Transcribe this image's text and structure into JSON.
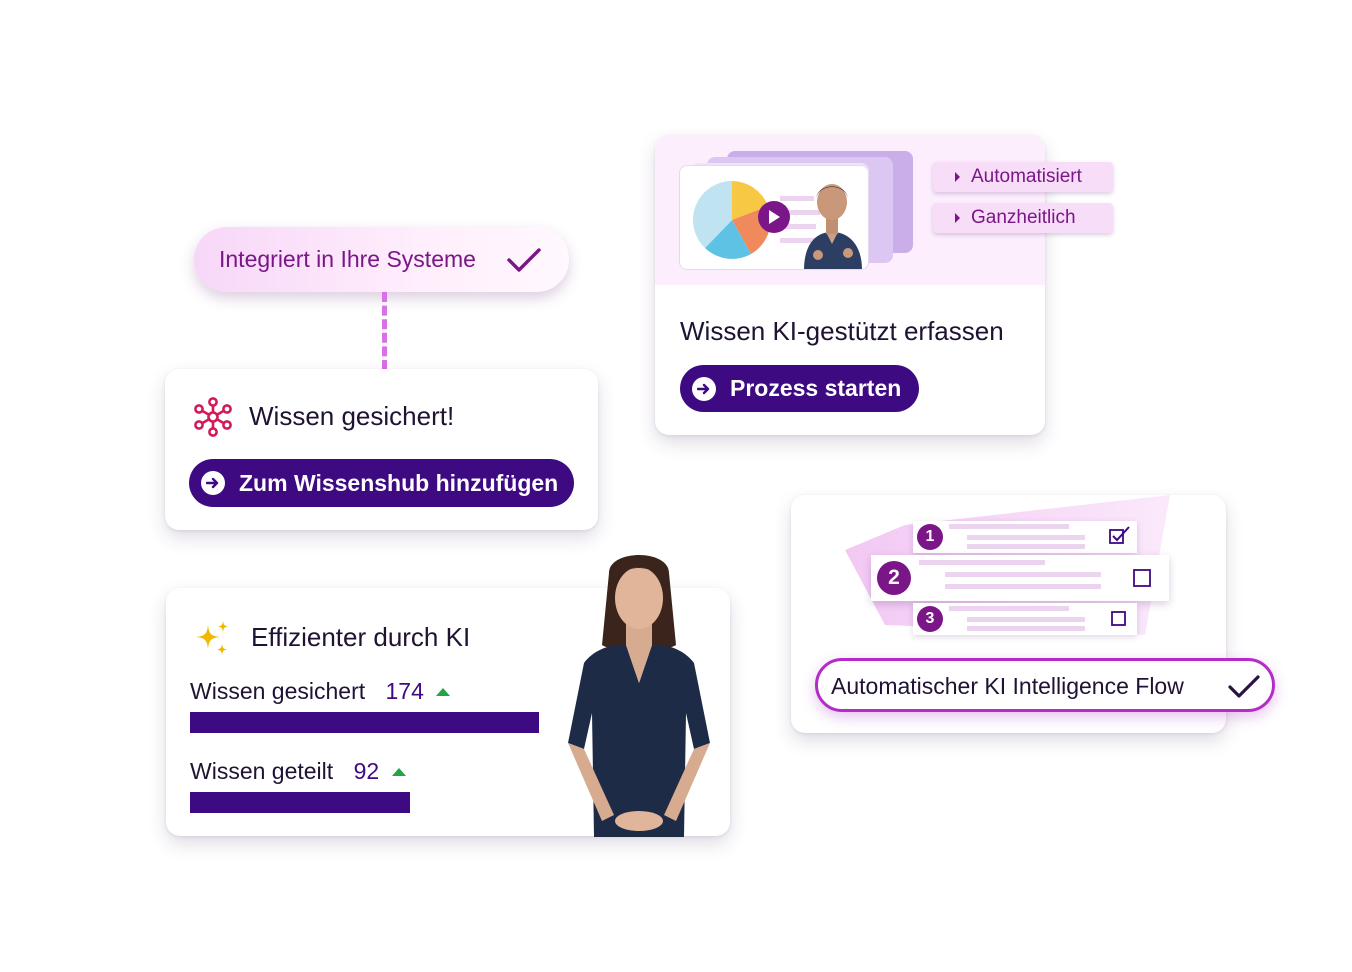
{
  "integrated": {
    "label": "Integriert in Ihre Systeme"
  },
  "secured_card": {
    "title": "Wissen gesichert!",
    "button_label": "Zum Wissenshub hinzufügen"
  },
  "capture_card": {
    "title": "Wissen KI-gestützt erfassen",
    "button_label": "Prozess starten",
    "tags": [
      "Automatisiert",
      "Ganzheitlich"
    ]
  },
  "efficiency_card": {
    "title": "Effizienter durch KI",
    "metrics": [
      {
        "label": "Wissen gesichert",
        "value": "174",
        "fraction": 1.0
      },
      {
        "label": "Wissen geteilt",
        "value": "92",
        "fraction": 0.63
      }
    ]
  },
  "flow_card": {
    "steps": [
      {
        "number": "1",
        "checked": true
      },
      {
        "number": "2",
        "checked": false
      },
      {
        "number": "3",
        "checked": false
      }
    ],
    "label": "Automatischer KI Intelligence Flow"
  },
  "colors": {
    "primary": "#3e0a82",
    "accent": "#8a159a",
    "tag_bg": "#f8ddf8",
    "trend_up": "#22a447"
  }
}
